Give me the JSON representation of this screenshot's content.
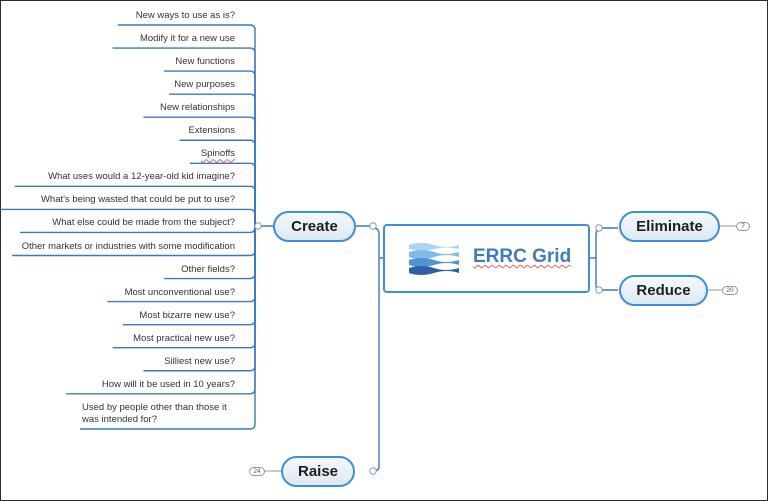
{
  "central_topic": {
    "title": "ERRC Grid",
    "logo_icon": "waves-logo-icon"
  },
  "main_topics": {
    "create": "Create",
    "eliminate": "Eliminate",
    "reduce": "Reduce",
    "raise": "Raise"
  },
  "collapsed_counts": {
    "eliminate": "7",
    "reduce": "20",
    "raise": "24"
  },
  "create_subtopics": [
    "New ways to use as is?",
    "Modify it for a new use",
    "New functions",
    "New purposes",
    "New relationships",
    "Extensions",
    "Spinoffs",
    "What uses would a 12-year-old kid imagine?",
    "What's being wasted that could be put to use?",
    "What else could be made from the subject?",
    "Other markets or industries with some modification",
    "Other fields?",
    "Most unconventional use?",
    "Most bizarre new use?",
    "Most practical new use?",
    "Silliest new use?",
    "How will it be used in 10 years?",
    "Used by people other than those it was intended for?"
  ],
  "colors": {
    "accent": "#3f8fd8",
    "connector": "#3d79b4",
    "title": "#3e7bbf"
  }
}
